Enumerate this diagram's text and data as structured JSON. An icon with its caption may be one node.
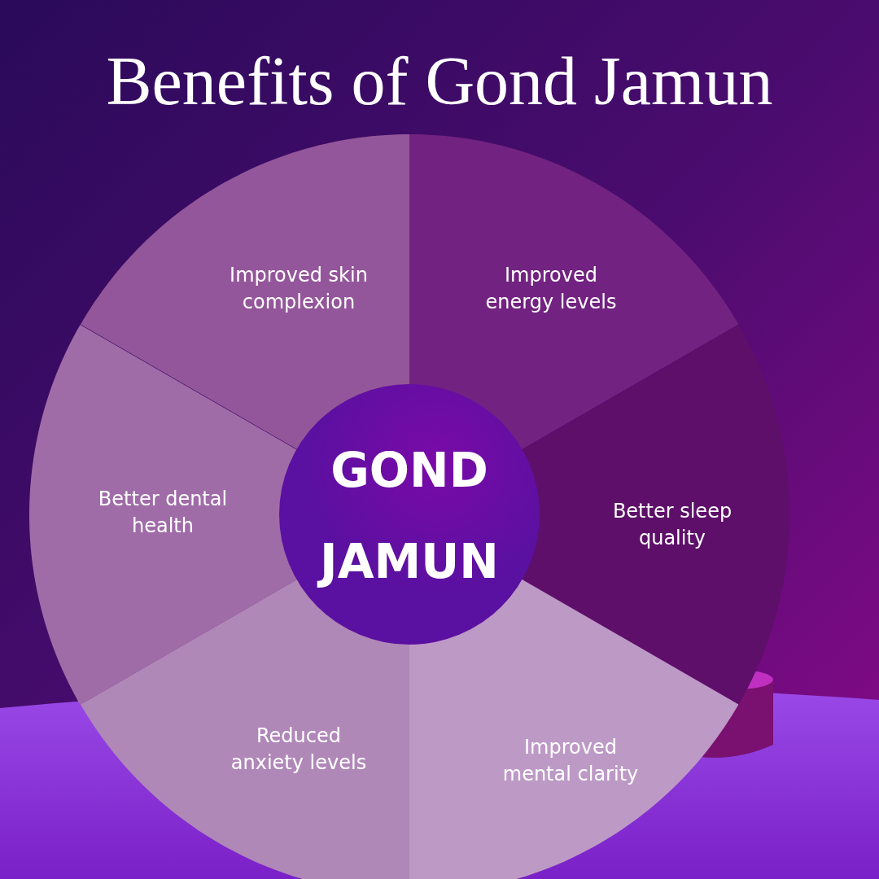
{
  "diagram": {
    "title": "Benefits of Gond Jamun",
    "nodes": [
      {
        "text": [
          "GOND JAMUN"
        ]
      },
      {
        "text": [
          "Improved skin complexion"
        ]
      },
      {
        "text": [
          "Improved energy levels"
        ]
      },
      {
        "text": [
          "Better sleep quality"
        ]
      },
      {
        "text": [
          "Improved mental clarity"
        ]
      },
      {
        "text": [
          "Reduced anxiety levels"
        ]
      },
      {
        "text": [
          "Better dental health"
        ]
      }
    ]
  }
}
